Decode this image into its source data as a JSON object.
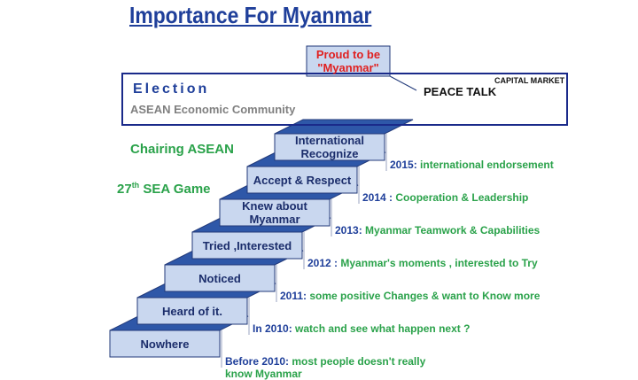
{
  "title": "Importance For Myanmar",
  "top_box": "Proud to be \"Myanmar\"",
  "steps": [
    {
      "label": "Nowhere",
      "year": "Before 2010:",
      "text": " most people doesn't really",
      "text2": "know Myanmar"
    },
    {
      "label": "Heard of it.",
      "year": "In 2010:",
      "text": " watch and see what happen next ?",
      "text2": ""
    },
    {
      "label": "Noticed",
      "year": "2011:",
      "text": " some positive Changes & want to Know more",
      "text2": ""
    },
    {
      "label": "Tried ,Interested",
      "year": "2012 :",
      "text": " Myanmar's moments , interested to Try",
      "text2": ""
    },
    {
      "label": "Knew about Myanmar",
      "year": "2013:",
      "text": " Myanmar Teamwork & Capabilities",
      "text2": ""
    },
    {
      "label": "Accept & Respect",
      "year": "2014 :",
      "text": " Cooperation & Leadership",
      "text2": ""
    },
    {
      "label": "International Recognize",
      "year": "2015:",
      "text": " international endorsement",
      "text2": ""
    }
  ],
  "side_labels": {
    "election": "Election",
    "asean_economic": "ASEAN Economic Community",
    "peace_talk": "PEACE TALK",
    "capital_market": "CAPITAL MARKET",
    "chairing_asean": "Chairing ASEAN",
    "sea_game_num": "27",
    "sea_game_sup": "th",
    "sea_game_text": " SEA Game"
  },
  "colors": {
    "step_face": "#c9d7ef",
    "step_top": "#2e57a8",
    "step_border": "#223a7a",
    "highlight_box": "#1a2a8a",
    "title": "#1f3f9a",
    "green": "#2aa24a",
    "red": "#e02020"
  }
}
